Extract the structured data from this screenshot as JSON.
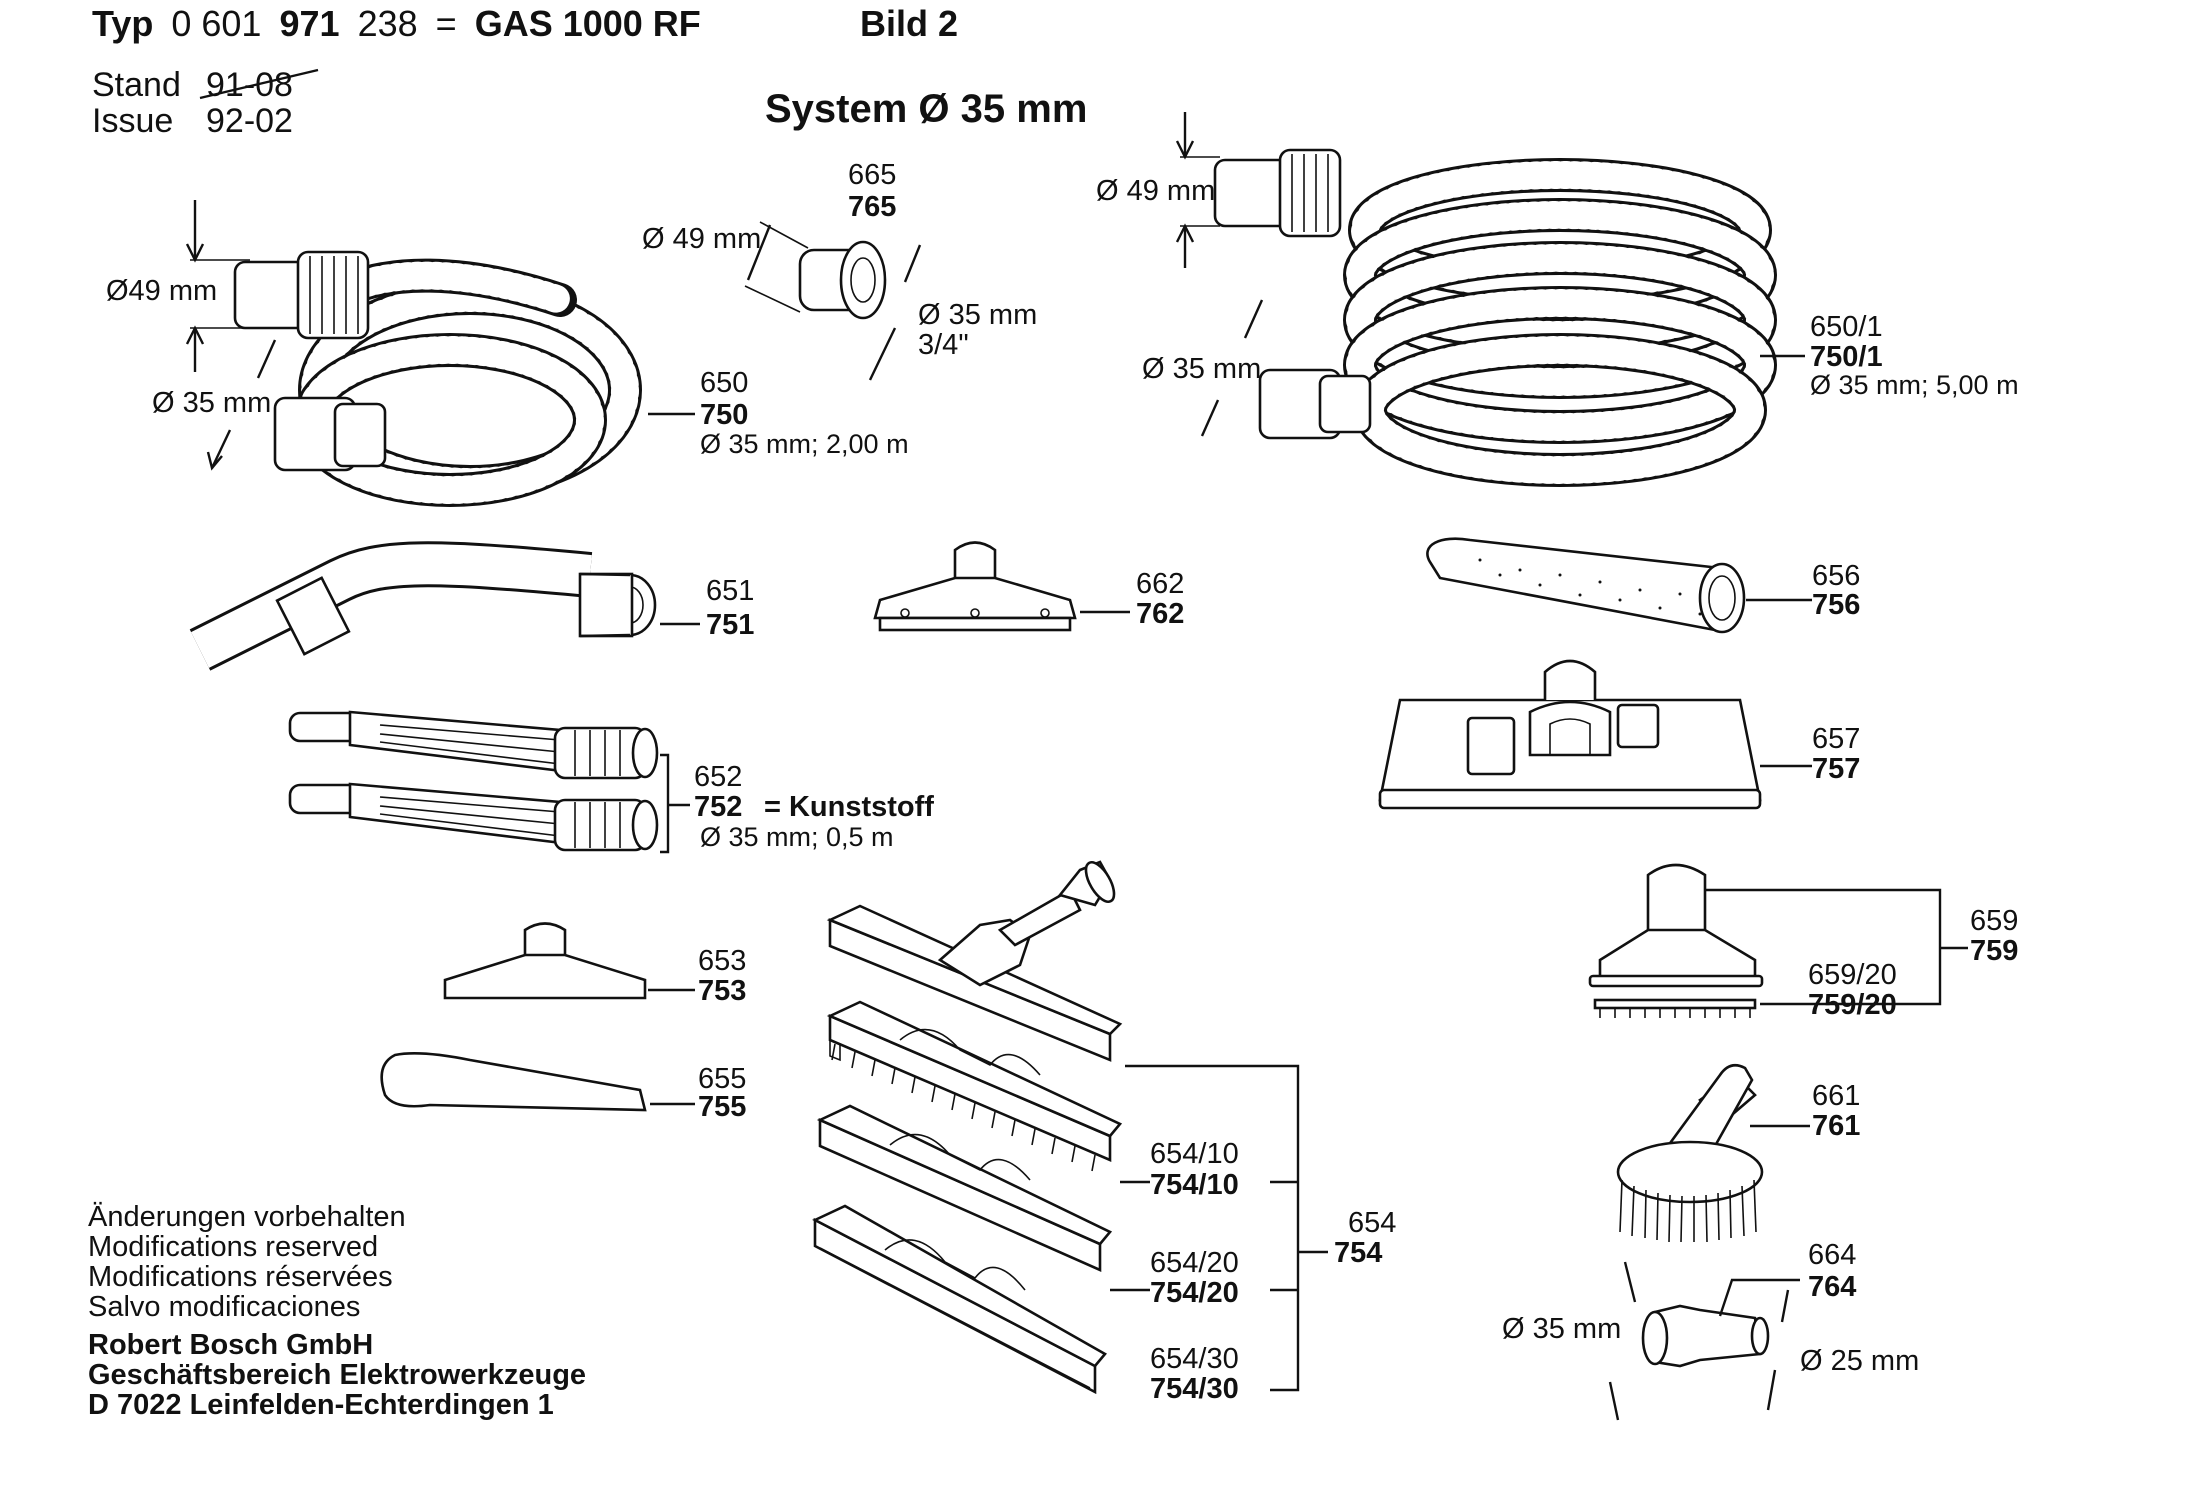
{
  "header": {
    "typ_prefix": "Typ",
    "typ_num_a": "0 601",
    "typ_num_b": "971",
    "typ_num_c": "238",
    "equals": "=",
    "model": "GAS 1000 RF",
    "bild": "Bild 2",
    "stand_label": "Stand",
    "stand_value": "91-08",
    "issue_label": "Issue",
    "issue_value": "92-02",
    "system_title": "System Ø 35 mm"
  },
  "dims": {
    "d49_a": "Ø49 mm",
    "d35_a": "Ø 35 mm",
    "d49_b": "Ø 49 mm",
    "d35_b": "Ø 35 mm",
    "thread": "3/4\"",
    "d49_c": "Ø 49 mm",
    "d35_c": "Ø 35 mm",
    "d35_d": "Ø 35 mm",
    "d25": "Ø 25 mm"
  },
  "parts": {
    "p650": {
      "a": "650",
      "b": "750",
      "spec": "Ø 35 mm; 2,00 m"
    },
    "p665": {
      "a": "665",
      "b": "765"
    },
    "p650_1": {
      "a": "650/1",
      "b": "750/1",
      "spec": "Ø 35 mm; 5,00 m"
    },
    "p651": {
      "a": "651",
      "b": "751"
    },
    "p662": {
      "a": "662",
      "b": "762"
    },
    "p656": {
      "a": "656",
      "b": "756"
    },
    "p657": {
      "a": "657",
      "b": "757"
    },
    "p652": {
      "a": "652",
      "b": "752",
      "material": "= Kunststoff",
      "spec": "Ø 35 mm; 0,5 m"
    },
    "p659": {
      "a": "659",
      "b": "759"
    },
    "p659_20": {
      "a": "659/20",
      "b": "759/20"
    },
    "p653": {
      "a": "653",
      "b": "753"
    },
    "p655": {
      "a": "655",
      "b": "755"
    },
    "p661": {
      "a": "661",
      "b": "761"
    },
    "p654": {
      "a": "654",
      "b": "754"
    },
    "p654_10": {
      "a": "654/10",
      "b": "754/10"
    },
    "p654_20": {
      "a": "654/20",
      "b": "754/20"
    },
    "p654_30": {
      "a": "654/30",
      "b": "754/30"
    },
    "p664": {
      "a": "664",
      "b": "764"
    }
  },
  "footer": {
    "line1": "Änderungen vorbehalten",
    "line2": "Modifications reserved",
    "line3": "Modifications réservées",
    "line4": "Salvo modificaciones",
    "company1": "Robert Bosch GmbH",
    "company2": "Geschäftsbereich Elektrowerkzeuge",
    "company3": "D 7022 Leinfelden-Echterdingen 1"
  }
}
